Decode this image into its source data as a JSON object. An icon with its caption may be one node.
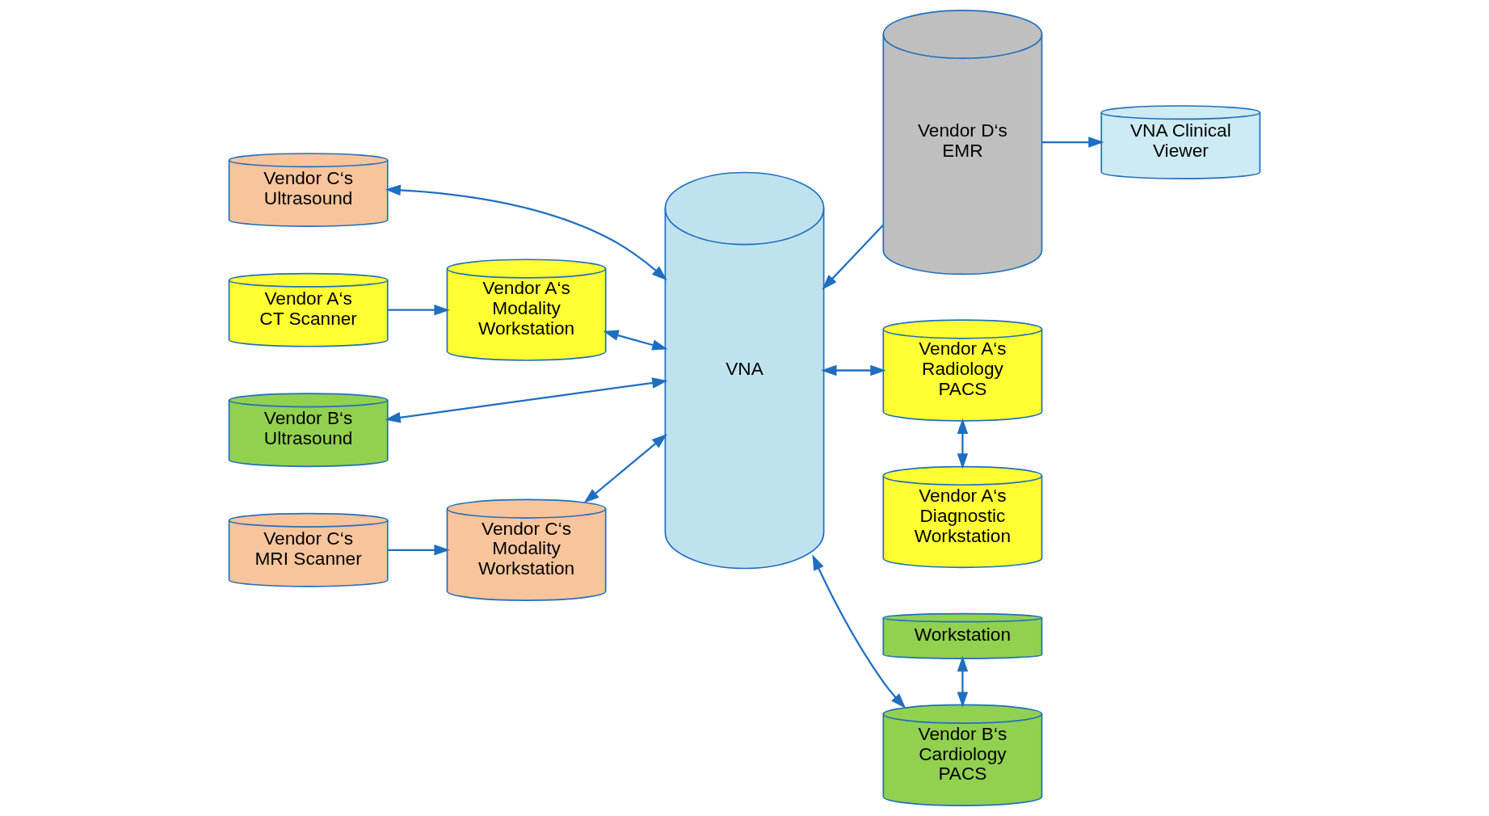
{
  "diagram": {
    "nodes": [
      {
        "text": [
          "Vendor C‘s Ultrasound"
        ]
      },
      {
        "text": [
          "Vendor A‘s CT Scanner"
        ]
      },
      {
        "text": [
          "Vendor A‘s Modality Workstation"
        ]
      },
      {
        "text": [
          "Vendor B‘s Ultrasound"
        ]
      },
      {
        "text": [
          "Vendor C‘s MRI Scanner"
        ]
      },
      {
        "text": [
          "Vendor C‘s Modality Workstation"
        ]
      },
      {
        "text": [
          "VNA"
        ]
      },
      {
        "text": [
          "Workstation"
        ]
      },
      {
        "text": [
          "Vendor B‘s Cardiology PACS"
        ]
      },
      {
        "text": [
          "Vendor D‘s EMR"
        ]
      },
      {
        "text": [
          "VNA Clinical Viewer"
        ]
      },
      {
        "text": [
          "Vendor A‘s Radiology PACS"
        ]
      },
      {
        "text": [
          "Vendor A‘s Diagnostic Workstation"
        ]
      }
    ],
    "edges": [
      {
        "from": 0,
        "to": 6,
        "arrow": "both"
      },
      {
        "from": 1,
        "to": 2,
        "arrow": "to"
      },
      {
        "from": 2,
        "to": 6,
        "arrow": "both"
      },
      {
        "from": 3,
        "to": 6,
        "arrow": "both"
      },
      {
        "from": 4,
        "to": 5,
        "arrow": "to"
      },
      {
        "from": 5,
        "to": 6,
        "arrow": "both"
      },
      {
        "from": 7,
        "to": 8,
        "arrow": "both"
      },
      {
        "from": 6,
        "to": 8,
        "arrow": "both"
      },
      {
        "from": 9,
        "to": 6,
        "arrow": "to"
      },
      {
        "from": 9,
        "to": 10,
        "arrow": "to"
      },
      {
        "from": 6,
        "to": 11,
        "arrow": "both"
      },
      {
        "from": 11,
        "to": 12,
        "arrow": "both"
      }
    ]
  }
}
